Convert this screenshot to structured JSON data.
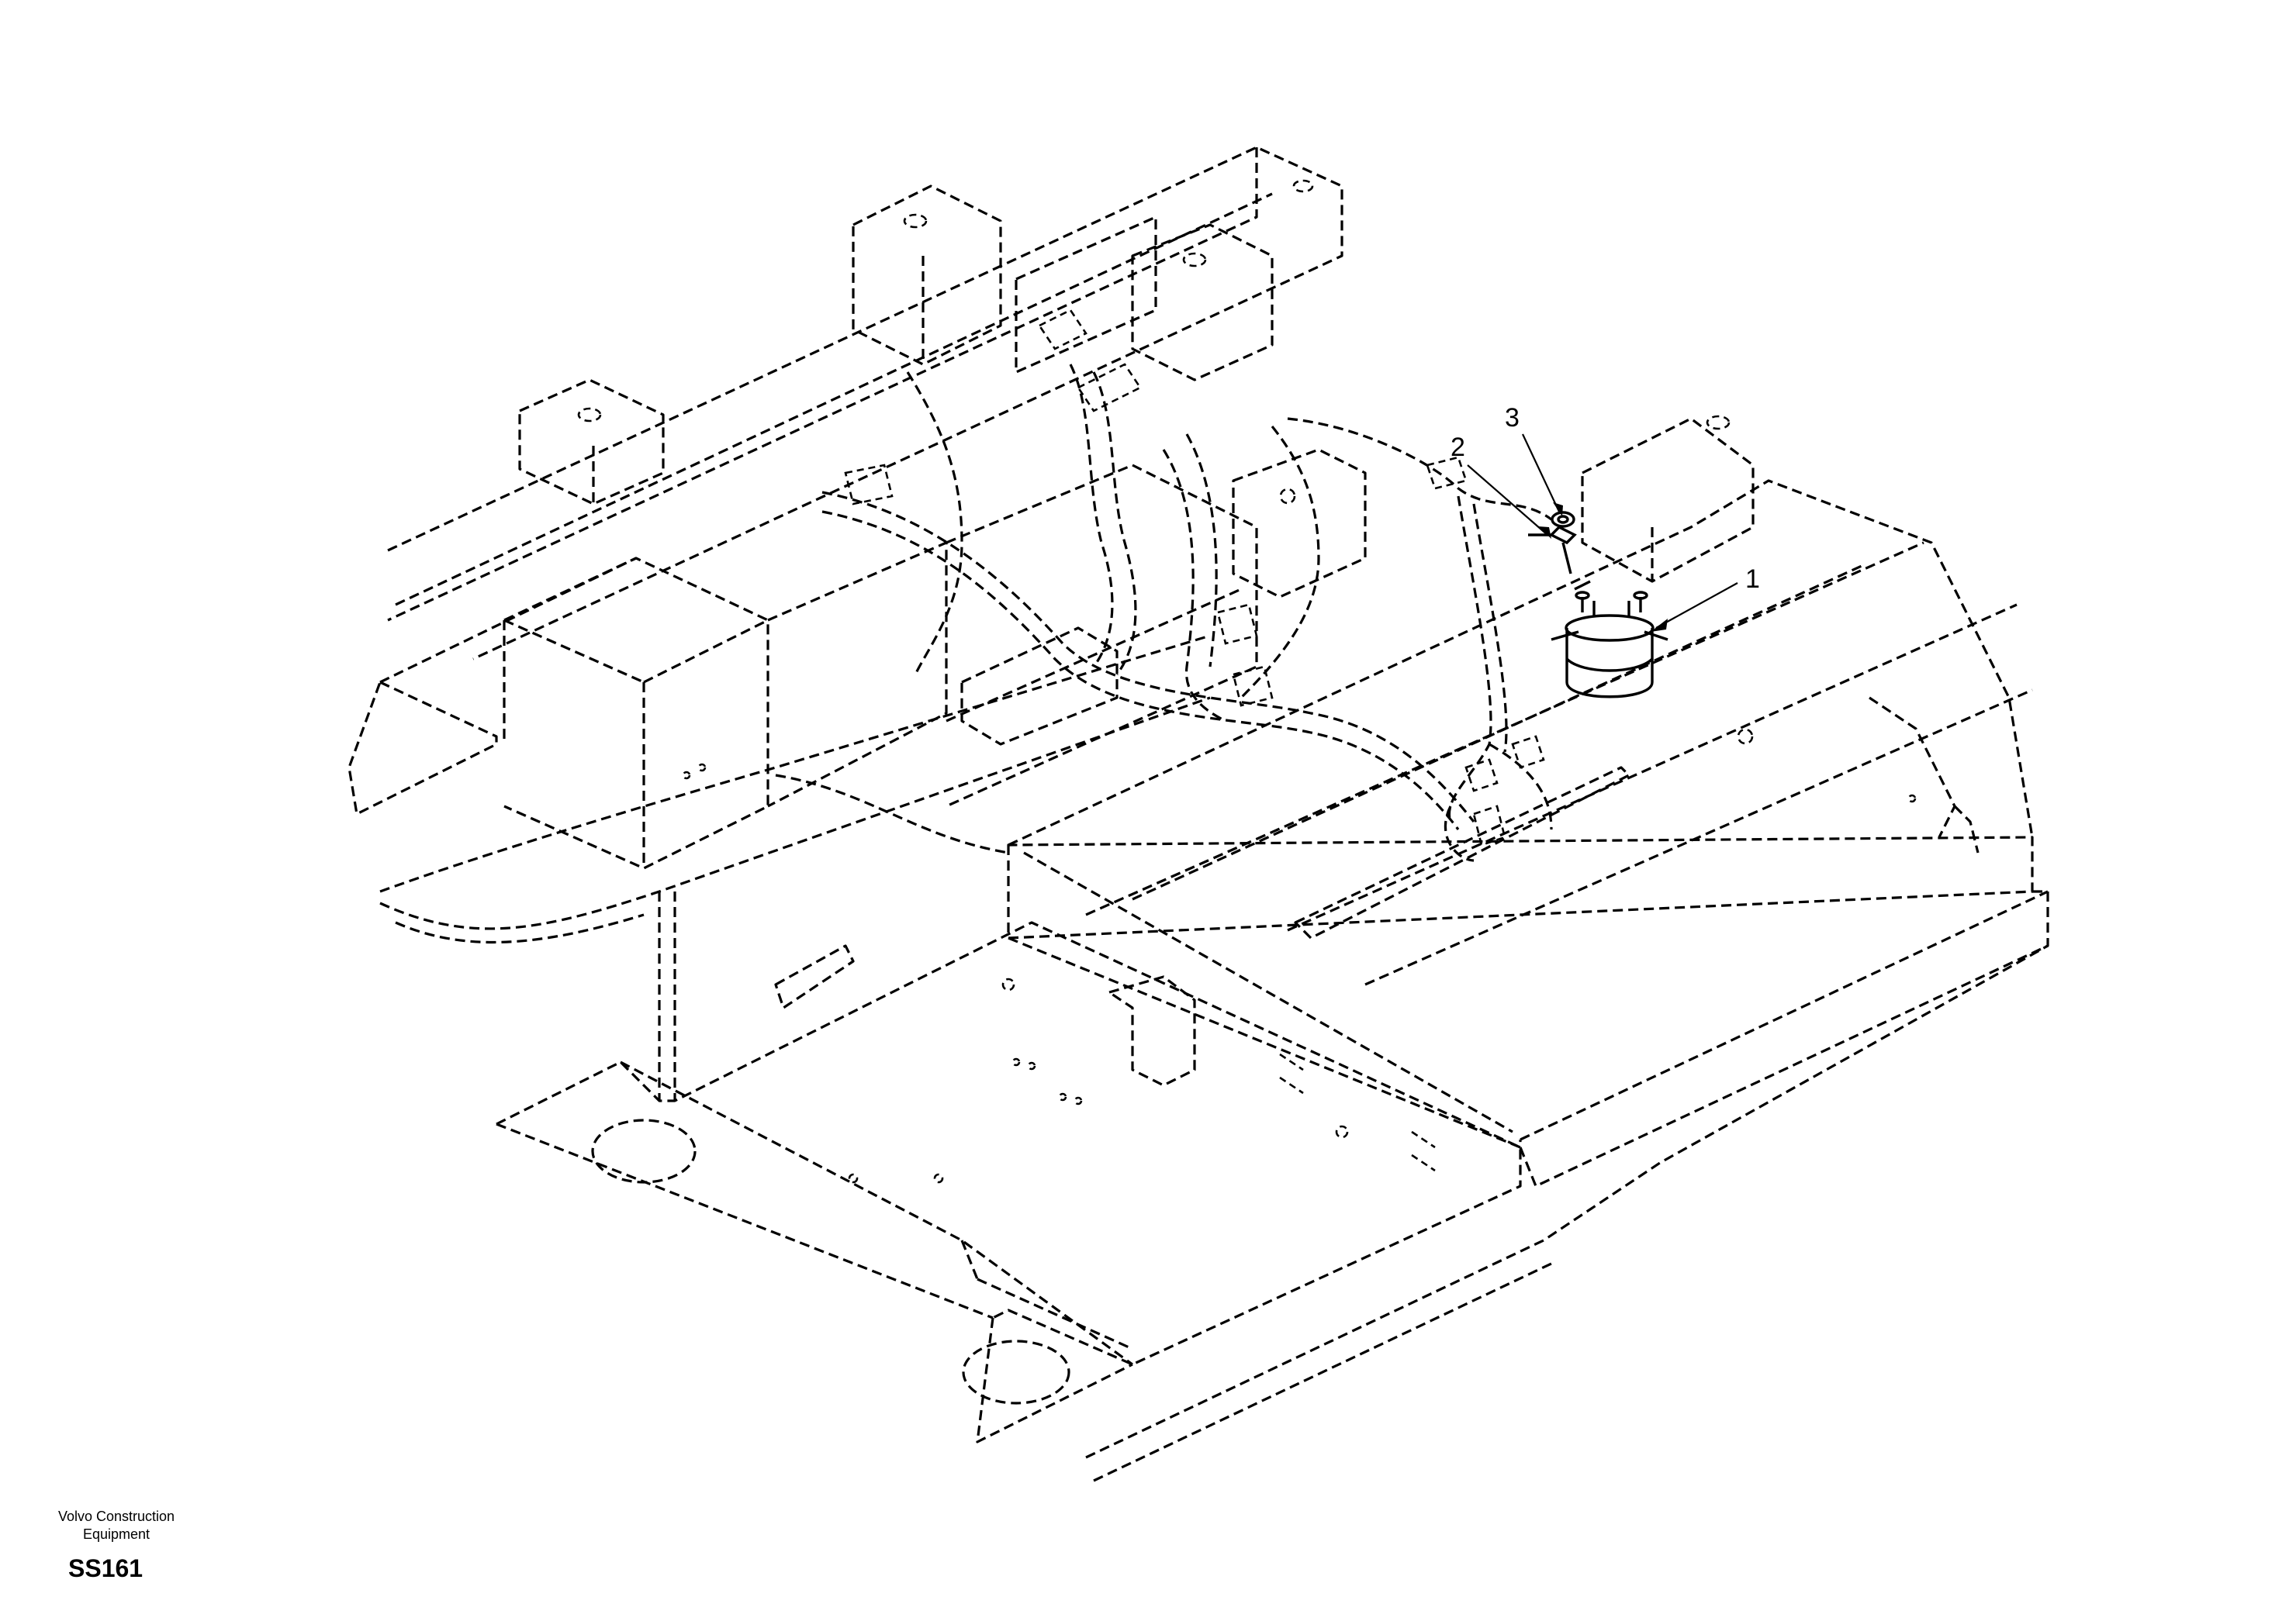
{
  "callouts": [
    {
      "number": "1",
      "part": "solenoid"
    },
    {
      "number": "2",
      "part": "cable-terminal"
    },
    {
      "number": "3",
      "part": "nut-washer"
    }
  ],
  "brand": {
    "line1": "Volvo Construction",
    "line2": "Equipment"
  },
  "figure_code": "SS161"
}
